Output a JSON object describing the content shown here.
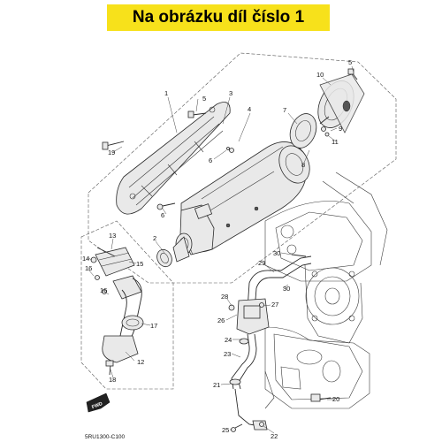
{
  "banner": {
    "text": "Na obrázku díl číslo 1"
  },
  "diagram": {
    "code": "5RU1300-C100",
    "fwd_label": "FWD",
    "callouts": [
      "1",
      "2",
      "3",
      "4",
      "5",
      "5",
      "6",
      "6",
      "7",
      "8",
      "9",
      "10",
      "11",
      "12",
      "13",
      "14",
      "15",
      "16",
      "16",
      "17",
      "18",
      "19",
      "20",
      "21",
      "22",
      "23",
      "24",
      "25",
      "26",
      "27",
      "28",
      "29",
      "30",
      "30"
    ]
  }
}
